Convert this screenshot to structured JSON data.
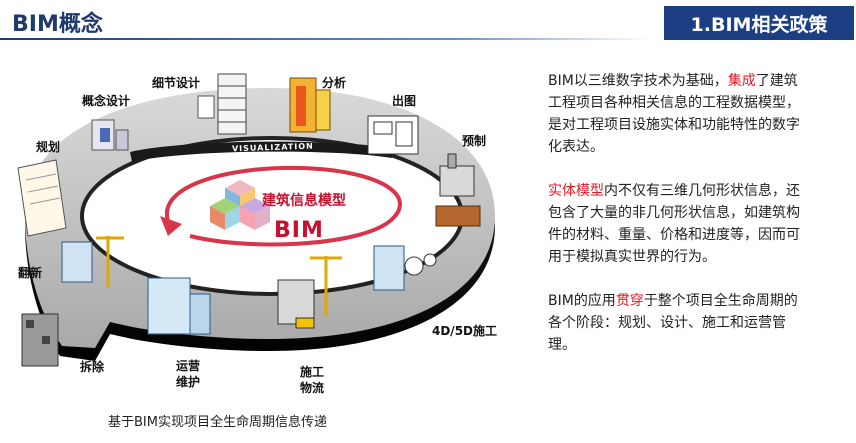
{
  "header": {
    "title": "BIM概念",
    "section_badge": "1.BIM相关政策"
  },
  "diagram": {
    "center_title": "建筑信息模型",
    "center_bim": "BIM",
    "ring_label": "VISUALIZATION",
    "stages": {
      "concept_design": "概念设计",
      "detail_design": "细节设计",
      "analysis": "分析",
      "drawing": "出图",
      "planning": "规划",
      "prefab": "预制",
      "renovation": "翻新",
      "construction_4d5d": "4D/5D施工",
      "demolition": "拆除",
      "operation_line1": "运营",
      "operation_line2": "维护",
      "logistics_line1": "施工",
      "logistics_line2": "物流"
    },
    "caption": "基于BIM实现项目全生命周期信息传递"
  },
  "text": {
    "p1_before": "BIM以三维数字技术为基础，",
    "p1_highlight": "集成",
    "p1_after": "了建筑工程项目各种相关信息的工程数据模型，是对工程项目设施实体和功能特性的数字化表达。",
    "p2_highlight": "实体模型",
    "p2_after": "内不仅有三维几何形状信息，还包含了大量的非几何形状信息，如建筑构件的材料、重量、价格和进度等，因而可用于模拟真实世界的行为。",
    "p3_before": "BIM的应用",
    "p3_highlight": "贯穿",
    "p3_after": "于整个项目全生命周期的各个阶段：规划、设计、施工和运营管理。"
  },
  "colors": {
    "title_blue": "#1f3a6e",
    "badge_blue": "#1c3f84",
    "highlight_red": "#e01b24",
    "bim_red": "#c8102e"
  }
}
